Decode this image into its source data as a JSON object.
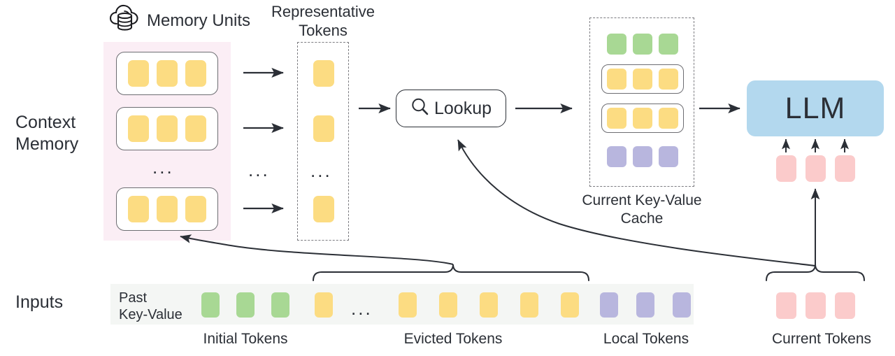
{
  "title": "Context Memory LLM Architecture Diagram",
  "colors": {
    "token_yellow": "#FCDC82",
    "token_green": "#A8D894",
    "token_purple": "#B8B6DE",
    "token_pink": "#FBCBCB",
    "llm_blue": "#B3D8EE",
    "context_panel_pink": "#FBEEF5",
    "inputs_strip_gray": "#F4F6F4",
    "stroke_dark": "#2B2F36",
    "stroke_gray": "#6D6D72"
  },
  "row_labels": {
    "context_memory": "Context\nMemory",
    "inputs": "Inputs"
  },
  "context_memory": {
    "header_label": "Memory Units",
    "header_icon": "cloud-database-icon",
    "units": [
      {
        "tokens": [
          "yellow",
          "yellow",
          "yellow"
        ]
      },
      {
        "tokens": [
          "yellow",
          "yellow",
          "yellow"
        ]
      },
      {
        "tokens": [
          "yellow",
          "yellow",
          "yellow"
        ]
      }
    ],
    "ellipsis": "..."
  },
  "representative_tokens": {
    "header_label": "Representative\nTokens",
    "tokens": [
      "yellow",
      "yellow",
      "yellow"
    ],
    "ellipsis": "...",
    "arrow_ellipsis": "..."
  },
  "lookup": {
    "label": "Lookup",
    "icon": "search-icon"
  },
  "kv_cache": {
    "caption": "Current Key-Value\nCache",
    "rows": [
      {
        "color": "green",
        "count": 3,
        "boxed": false
      },
      {
        "color": "yellow",
        "count": 3,
        "boxed": true
      },
      {
        "color": "yellow",
        "count": 3,
        "boxed": true
      },
      {
        "color": "purple",
        "count": 3,
        "boxed": false
      }
    ]
  },
  "llm": {
    "label": "LLM",
    "input_tokens": [
      "pink",
      "pink",
      "pink"
    ]
  },
  "inputs": {
    "past_kv_label": "Past\nKey-Value",
    "ellipsis": "...",
    "tokens": [
      {
        "color": "green",
        "group": "initial"
      },
      {
        "color": "green",
        "group": "initial"
      },
      {
        "color": "green",
        "group": "initial"
      },
      {
        "color": "yellow",
        "group": "evicted"
      },
      {
        "color": "yellow",
        "group": "evicted"
      },
      {
        "color": "yellow",
        "group": "evicted"
      },
      {
        "color": "yellow",
        "group": "evicted"
      },
      {
        "color": "yellow",
        "group": "evicted"
      },
      {
        "color": "yellow",
        "group": "evicted"
      },
      {
        "color": "purple",
        "group": "local"
      },
      {
        "color": "purple",
        "group": "local"
      },
      {
        "color": "purple",
        "group": "local"
      }
    ],
    "current_tokens": [
      "pink",
      "pink",
      "pink"
    ],
    "group_labels": {
      "initial": "Initial Tokens",
      "evicted": "Evicted Tokens",
      "local": "Local Tokens",
      "current": "Current Tokens"
    }
  }
}
